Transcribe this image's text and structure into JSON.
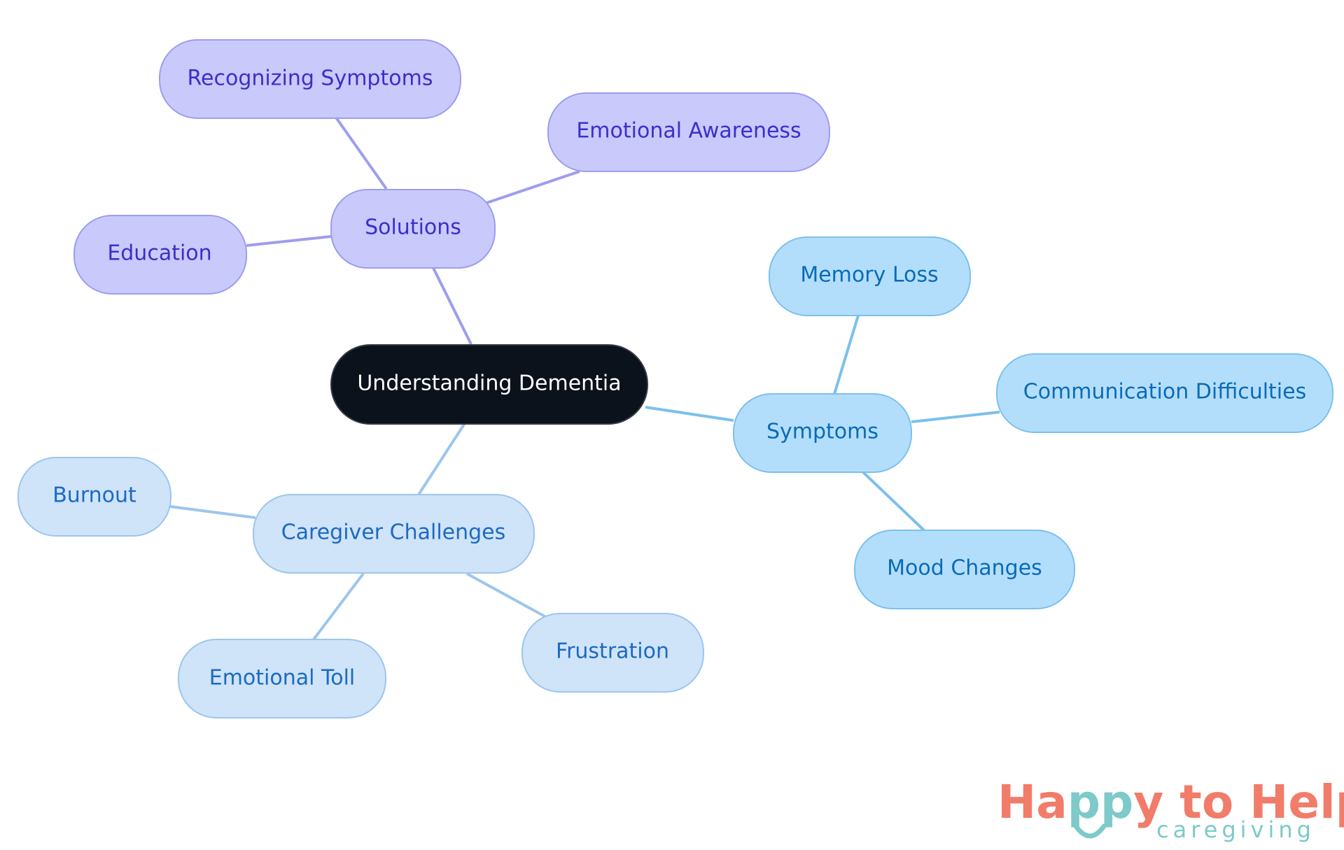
{
  "diagram": {
    "root": "Understanding Dementia",
    "branches": [
      {
        "label": "Solutions",
        "children": [
          "Recognizing Symptoms",
          "Emotional Awareness",
          "Education"
        ]
      },
      {
        "label": "Symptoms",
        "children": [
          "Memory Loss",
          "Communication Difficulties",
          "Mood Changes"
        ]
      },
      {
        "label": "Caregiver Challenges",
        "children": [
          "Burnout",
          "Emotional Toll",
          "Frustration"
        ]
      }
    ]
  },
  "colors": {
    "root_fill": "#0c121b",
    "root_text": "#ffffff",
    "solutions_fill": "#c9c9fc",
    "solutions_stroke": "#9d9def",
    "solutions_text": "#3b2fc9",
    "symptoms_fill": "#b3defb",
    "symptoms_stroke": "#7cc0ec",
    "symptoms_text": "#0a6bb8",
    "challenges_fill": "#cfe3f9",
    "challenges_stroke": "#9dc6ec",
    "challenges_text": "#1c6ac0"
  },
  "logo": {
    "name_part1": "Ha",
    "name_part2": "pp",
    "name_part3": "y to Help",
    "tagline": "caregiving"
  }
}
